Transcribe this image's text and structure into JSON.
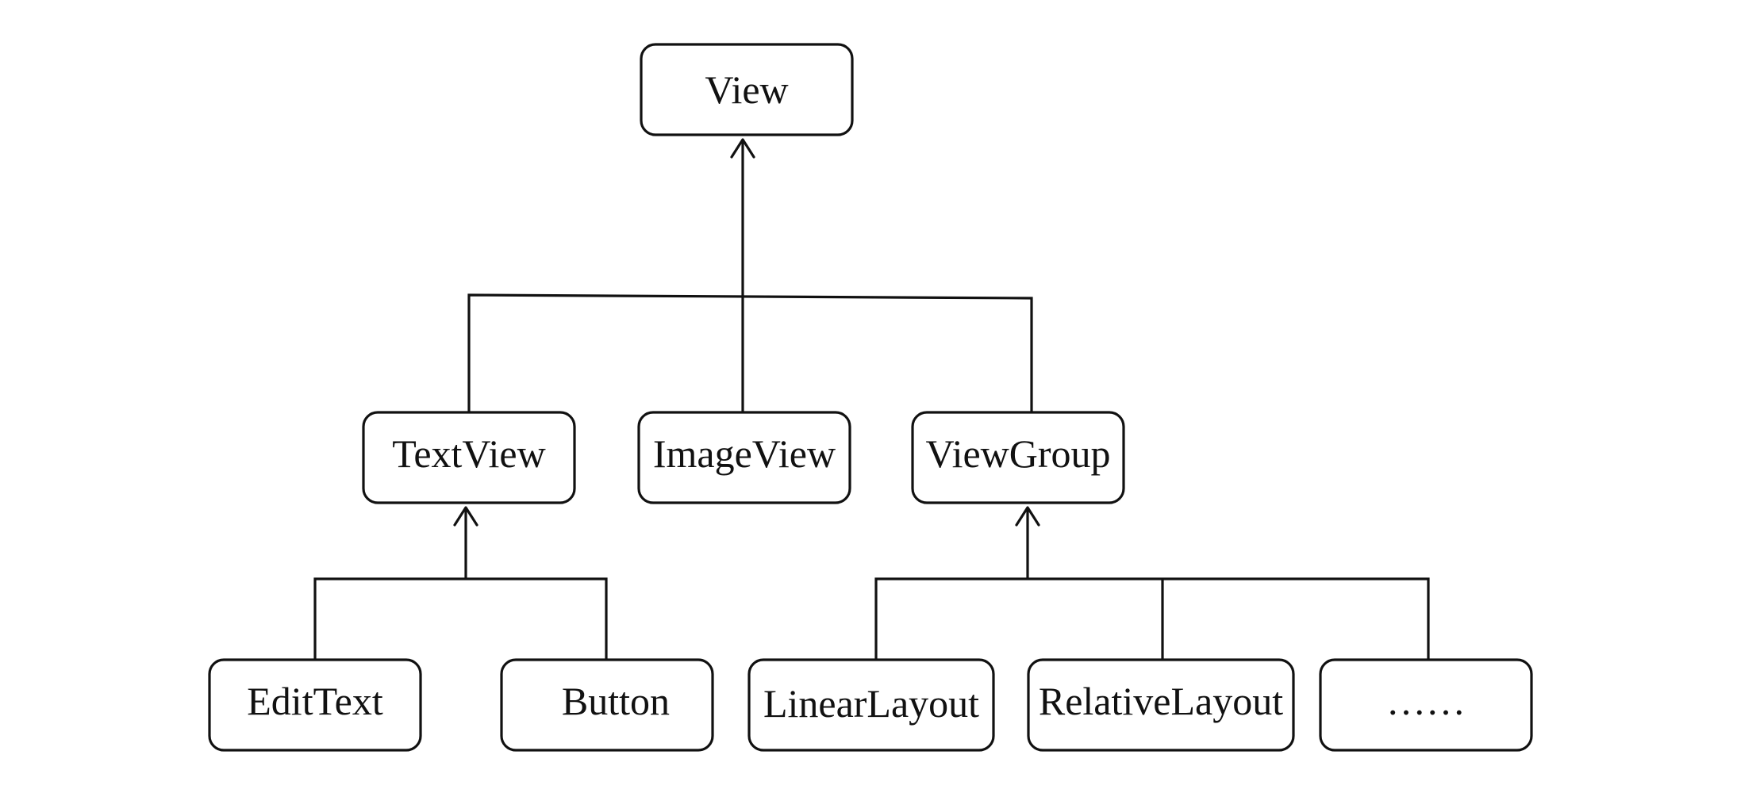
{
  "diagram": {
    "nodes": {
      "view": "View",
      "textview": "TextView",
      "imageview": "ImageView",
      "viewgroup": "ViewGroup",
      "edittext": "EditText",
      "button": "Button",
      "linearlayout": "LinearLayout",
      "relativelayout": "RelativeLayout",
      "more": "……"
    },
    "edges": [
      {
        "from": "textview",
        "to": "view"
      },
      {
        "from": "imageview",
        "to": "view"
      },
      {
        "from": "viewgroup",
        "to": "view"
      },
      {
        "from": "edittext",
        "to": "textview"
      },
      {
        "from": "button",
        "to": "textview"
      },
      {
        "from": "linearlayout",
        "to": "viewgroup"
      },
      {
        "from": "relativelayout",
        "to": "viewgroup"
      },
      {
        "from": "more",
        "to": "viewgroup"
      }
    ]
  }
}
